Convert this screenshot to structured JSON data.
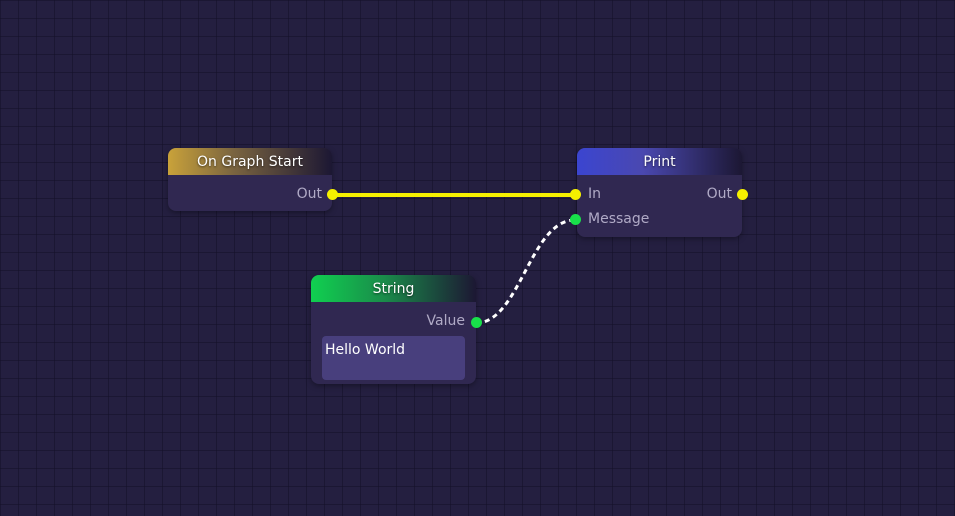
{
  "nodes": {
    "on_graph_start": {
      "title": "On Graph Start",
      "outputs": [
        "Out"
      ],
      "header_color": "#c9a23a"
    },
    "print": {
      "title": "Print",
      "inputs": [
        "In",
        "Message"
      ],
      "outputs": [
        "Out"
      ],
      "header_color": "#3b45d0"
    },
    "string": {
      "title": "String",
      "outputs": [
        "Value"
      ],
      "value": "Hello World",
      "header_color": "#10d050"
    }
  },
  "connections": [
    {
      "from": "On Graph Start.Out",
      "to": "Print.In",
      "type": "exec",
      "color": "#f5f000"
    },
    {
      "from": "String.Value",
      "to": "Print.Message",
      "type": "data",
      "color": "#ffffff"
    }
  ],
  "colors": {
    "exec_port": "#f5f000",
    "data_port": "#18e04a",
    "background": "#241f40"
  }
}
